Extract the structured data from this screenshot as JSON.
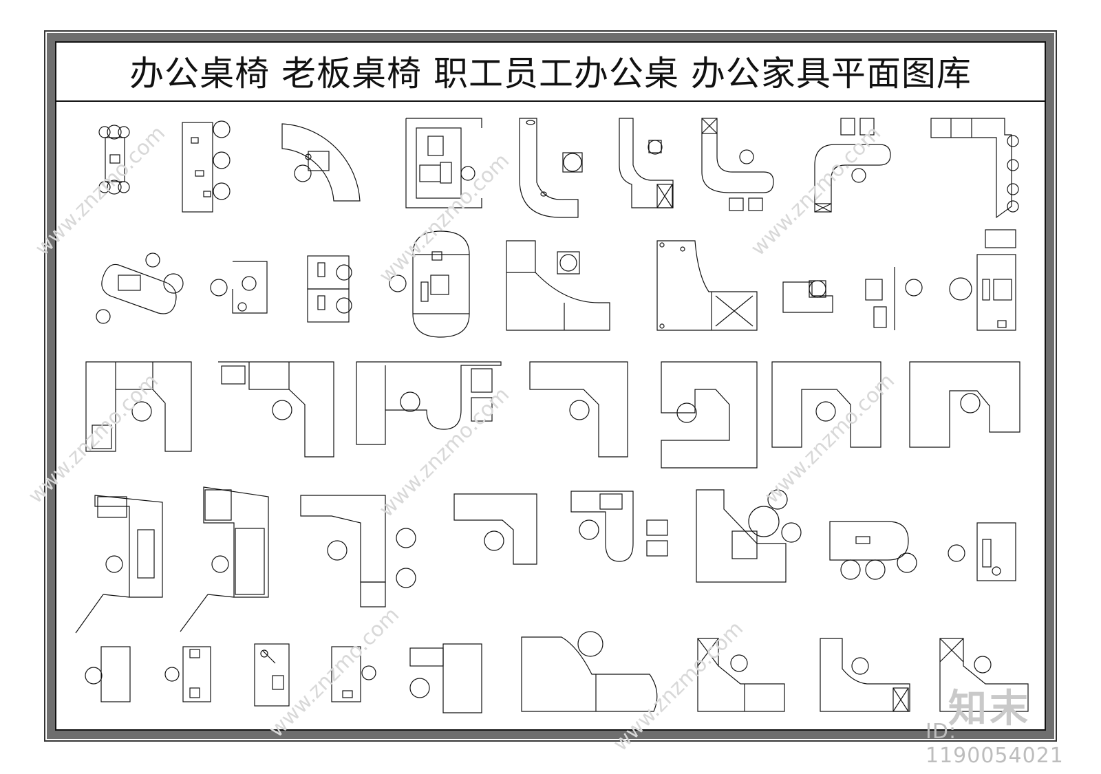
{
  "title": "办公桌椅  老板桌椅  职工员工办公桌  办公家具平面图库",
  "watermark": {
    "url": "www.znzmo.com",
    "logo": "知末",
    "id": "ID: 1190054021"
  },
  "colors": {
    "line": "#111111",
    "frame": "#6e6e6e",
    "watermark": "#d8d8d8"
  }
}
